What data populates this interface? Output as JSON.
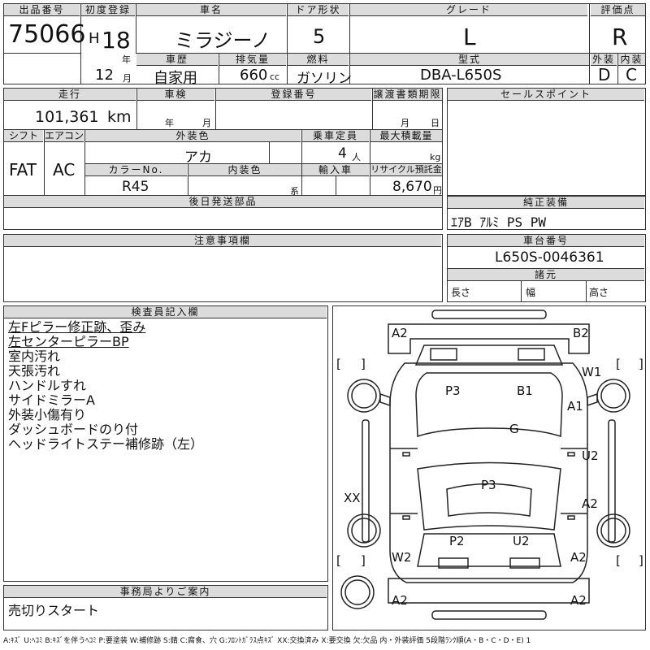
{
  "header": {
    "lot_number_label": "出品番号",
    "lot_number": "75066",
    "first_reg_label": "初度登録",
    "era": "H",
    "year": "18",
    "year_unit": "年",
    "month": "12",
    "month_unit": "月",
    "car_name_label": "車名",
    "car_name": "ミラジーノ",
    "door_label": "ドア形状",
    "doors": "5",
    "grade_label": "グレード",
    "grade": "L",
    "score_label": "評価点",
    "score": "R",
    "history_label": "車歴",
    "history": "自家用",
    "displacement_label": "排気量",
    "displacement": "660",
    "displacement_unit": "cc",
    "fuel_label": "燃料",
    "fuel": "ガソリン",
    "model_code_label": "型式",
    "model_code": "DBA-L650S",
    "exterior_label": "外装",
    "exterior_grade": "D",
    "interior_label": "内装",
    "interior_grade": "C"
  },
  "specs": {
    "mileage_label": "走行",
    "mileage": "101,361",
    "mileage_unit": "km",
    "inspection_label": "車検",
    "inspection_year_unit": "年",
    "inspection_month_unit": "月",
    "plate_label": "登録番号",
    "transfer_label": "譲渡書類期限",
    "transfer_month_unit": "月",
    "transfer_day_unit": "日",
    "shift_label": "シフト",
    "shift": "FAT",
    "ac_label": "エアコン",
    "ac": "AC",
    "color_label": "外装色",
    "color": "アカ",
    "color_no_label": "カラーNo.",
    "color_no": "R45",
    "interior_color_label": "内装色",
    "interior_color_unit": "系",
    "capacity_label": "乗車定員",
    "capacity": "4",
    "capacity_unit": "人",
    "max_load_label": "最大積載量",
    "max_load_unit": "kg",
    "import_label": "輸入車",
    "recycle_label": "リサイクル預託金",
    "recycle": "8,670",
    "recycle_unit": "円",
    "later_parts_label": "後日発送部品"
  },
  "sales_points": {
    "label": "セールスポイント"
  },
  "equipment": {
    "label": "純正装備",
    "value": "ｴｱB ｱﾙﾐ PS PW"
  },
  "cautions": {
    "label": "注意事項欄"
  },
  "chassis": {
    "label": "車台番号",
    "value": "L650S-0046361",
    "dims_label": "諸元",
    "length_label": "長さ",
    "width_label": "幅",
    "height_label": "高さ"
  },
  "inspector": {
    "label": "検査員記入欄",
    "notes": [
      "左Fピラー修正跡、歪み",
      "左センターピラーBP",
      "室内汚れ",
      "天張汚れ",
      "ハンドルすれ",
      "サイドミラーA",
      "外装小傷有り",
      "ダッシュボードのり付",
      "ヘッドライトステー補修跡（左）"
    ]
  },
  "office": {
    "label": "事務局よりご案内",
    "message": "売切りスタート"
  },
  "damage_marks": [
    "A2",
    "B2",
    "W1",
    "P3",
    "B1",
    "A1",
    "G",
    "U2",
    "P3",
    "XX",
    "A2",
    "P2",
    "U2",
    "W2",
    "A2",
    "A2",
    "A2"
  ],
  "legend": "A:ｷｽﾞ U:ﾍｺﾐ B:ｷｽﾞを伴うﾍｺﾐ P:要塗装 W:補修跡 S:錆 C:腐食、穴 G:ﾌﾛﾝﾄｶﾞﾗｽ点ｷｽﾞ XX:交換済み X:要交換 欠:欠品 内・外装評価 5段階ﾗﾝｸ順(A・B・C・D・E) 1"
}
